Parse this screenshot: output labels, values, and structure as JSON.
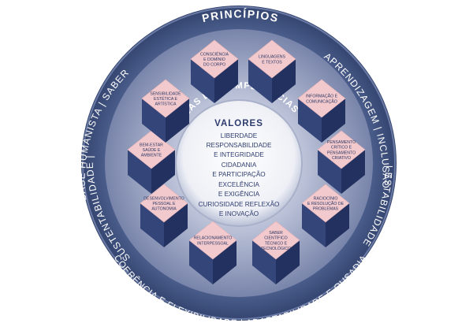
{
  "ring_words": {
    "top": "PRINCÍPIOS",
    "left": "BASE HUMANISTA | SABER",
    "right": "APRENDIZAGEM | INCLUSÃO",
    "left_lower": "SUSTENTABILIDADE |",
    "right_lower": "| ESTABILIDADE",
    "bottom": "COERÊNCIA E FLEXIBILIDADE | ADAPTABILIDADE E OUSADIA"
  },
  "competencias_title": "ÁREAS DE COMPETÊNCIAS",
  "valores": {
    "title": "VALORES",
    "items": [
      "LIBERDADE",
      "RESPONSABILIDADE",
      "E INTEGRIDADE",
      "CIDADANIA",
      "E PARTICIPAÇÃO",
      "EXCELÊNCIA",
      "E EXIGÊNCIA",
      "CURIOSIDADE REFLEXÃO",
      "E INOVAÇÃO"
    ]
  },
  "areas": [
    {
      "lines": [
        "CONSCIÊNCIA",
        "E DOMÍNIO",
        "DO CORPO"
      ]
    },
    {
      "lines": [
        "LINGUAGENS",
        "E TEXTOS"
      ]
    },
    {
      "lines": [
        "INFORMAÇÃO E",
        "COMUNICAÇÃO"
      ]
    },
    {
      "lines": [
        "PENSAMENTO",
        "CRÍTICO E",
        "PENSAMENTO",
        "CRIATIVO"
      ]
    },
    {
      "lines": [
        "RACIOCÍNIO",
        "E RESOLUÇÃO DE",
        "PROBLEMAS"
      ]
    },
    {
      "lines": [
        "SABER",
        "CIENTÍFICO",
        "TÉCNICO E",
        "TECNOLÓGICO"
      ]
    },
    {
      "lines": [
        "RELACIONAMENTO",
        "INTERPESSOAL"
      ]
    },
    {
      "lines": [
        "DESENVOLVIMENTO",
        "PESSOAL E",
        "AUTONOMIA"
      ]
    },
    {
      "lines": [
        "BEM-ESTAR",
        "SAÚDE E",
        "AMBIENTE"
      ]
    },
    {
      "lines": [
        "SENSIBILIDADE",
        "ESTÉTICA E",
        "ARTÍSTICA"
      ]
    }
  ],
  "colors": {
    "outer_ring": "#3d4f7c",
    "mid_ring": "#8592b5",
    "inner_disc": "#c3c9dc",
    "center": "#f2f3f8",
    "cube_top": "#f2c9cc",
    "cube_left": "#34457a",
    "cube_right": "#22315f",
    "valores_text": "#2e3c6e"
  }
}
